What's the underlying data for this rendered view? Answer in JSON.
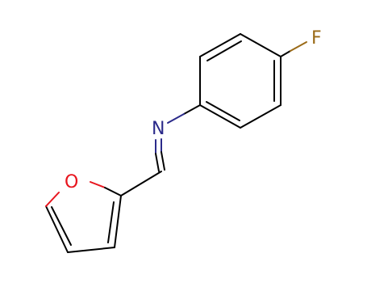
{
  "molecule": {
    "atoms": {
      "fluorine": {
        "symbol": "F",
        "color": "#9a6a17"
      },
      "nitrogen": {
        "symbol": "N",
        "color": "#2b2a8a"
      },
      "oxygen": {
        "symbol": "O",
        "color": "#e8141d"
      }
    },
    "bond_color": "#000000"
  }
}
